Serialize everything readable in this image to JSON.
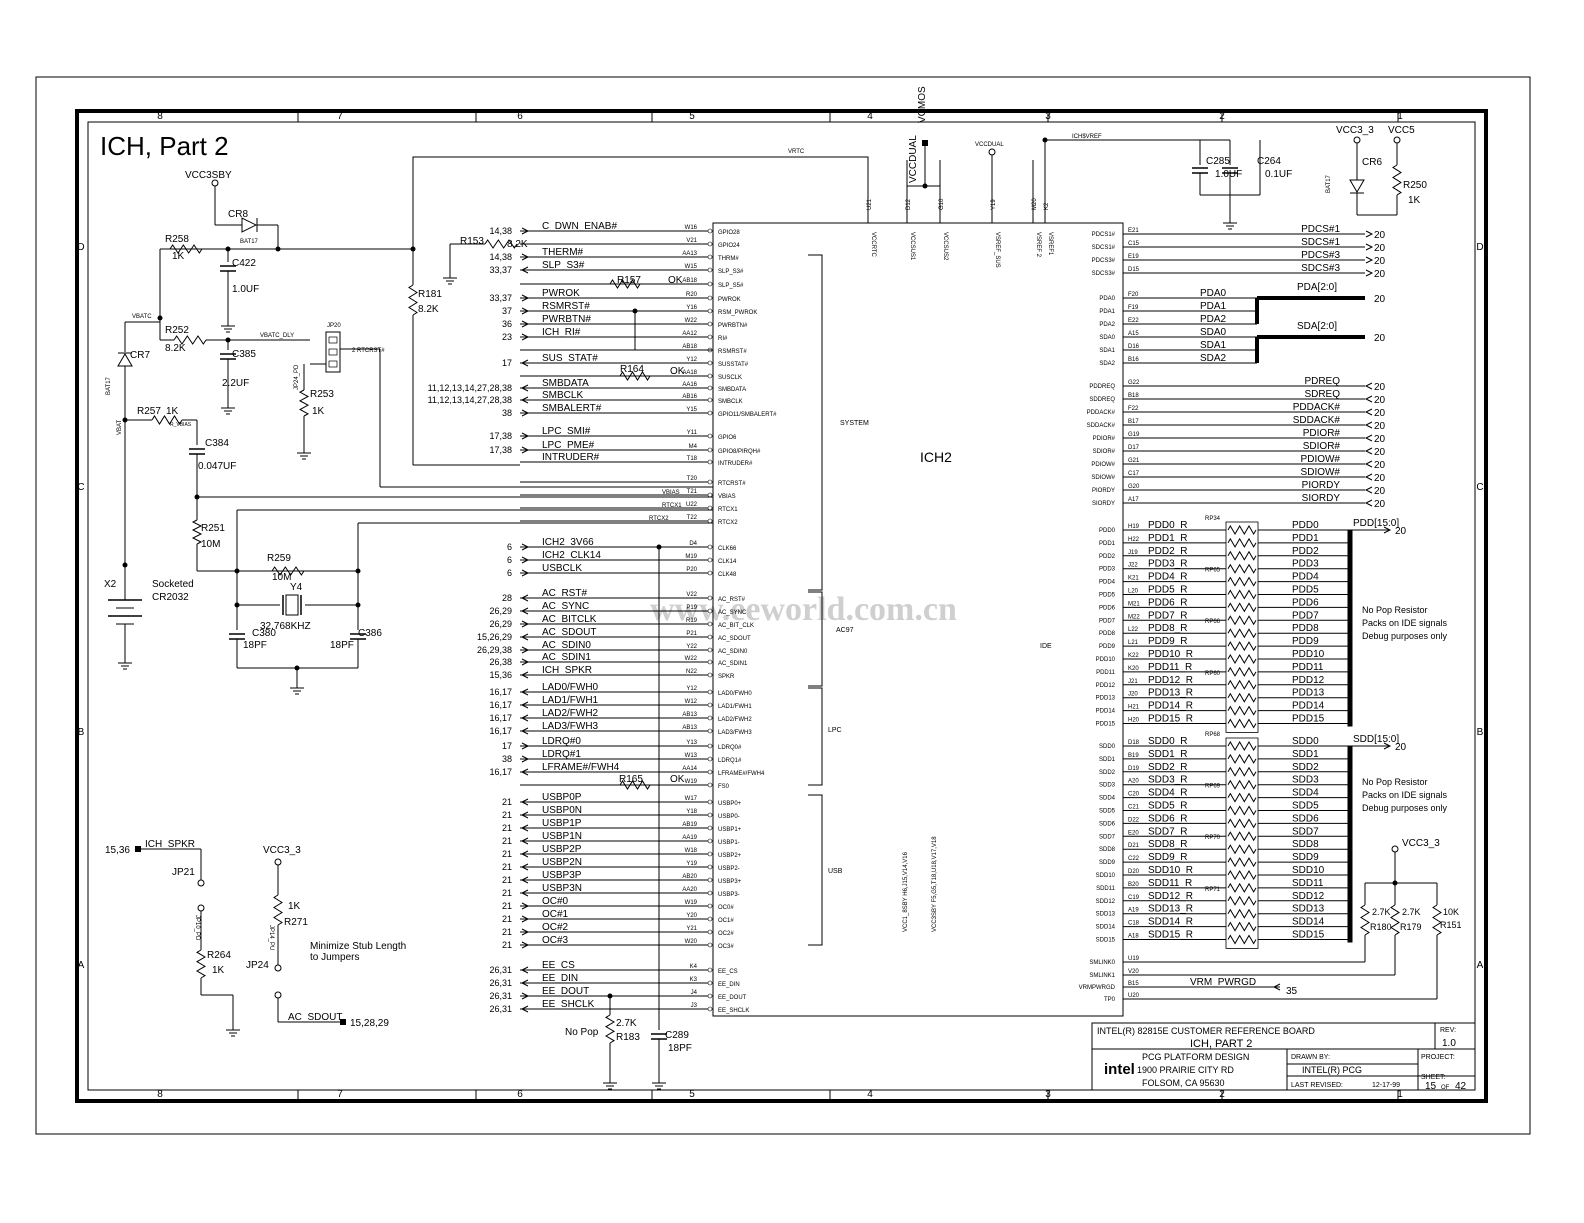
{
  "title": "ICH, Part 2",
  "watermark": "www.eeworld.com.cn",
  "zones_top": [
    "8",
    "7",
    "6",
    "5",
    "4",
    "3",
    "2",
    "1"
  ],
  "zones_side": [
    "D",
    "C",
    "B",
    "A"
  ],
  "chip": {
    "name": "ICH2",
    "sections": [
      "SYSTEM",
      "AC97",
      "LPC",
      "USB",
      "IDE"
    ]
  },
  "power": [
    "VCC3SBY",
    "VCC3_3",
    "VCC5",
    "VCCDUAL",
    "VCMOS",
    "14,38",
    "VRTC",
    "ICH$VREF"
  ],
  "left_parts": [
    {
      "ref": "R258",
      "val": "1K"
    },
    {
      "ref": "CR8",
      "val": "BAT17"
    },
    {
      "ref": "C422",
      "val": "1.0UF"
    },
    {
      "ref": "R252",
      "val": "8.2K"
    },
    {
      "ref": "C385",
      "val": "2.2UF"
    },
    {
      "ref": "CR7",
      "val": "BAT17"
    },
    {
      "ref": "R257",
      "val": "1K"
    },
    {
      "ref": "C384",
      "val": "0.047UF"
    },
    {
      "ref": "R251",
      "val": "10M"
    },
    {
      "ref": "R259",
      "val": "10M"
    },
    {
      "ref": "Y4",
      "val": "32.768KHZ"
    },
    {
      "ref": "C380",
      "val": "18PF"
    },
    {
      "ref": "C386",
      "val": "18PF"
    },
    {
      "ref": "R181",
      "val": "8.2K"
    },
    {
      "ref": "R253",
      "val": "1K"
    },
    {
      "ref": "R153",
      "val": "8.2K"
    },
    {
      "ref": "R157",
      "val": "OK"
    },
    {
      "ref": "R164",
      "val": "OK"
    },
    {
      "ref": "R165",
      "val": "OK"
    }
  ],
  "misc_labels": {
    "vbatc": "VBATC",
    "vbatc_dly": "VBATC_DLY",
    "rtcrst": "2 RTCRST#",
    "jp20": "JP20",
    "jp24pd": "JP24_PD",
    "x2": "X2",
    "socketed": "Socketed",
    "cr2032": "CR2032",
    "vbat": "VBAT",
    "rvbias": "R_VBIAS",
    "vbias": "VBIAS",
    "rtcx1": "RTCX1",
    "rtcx2": "RTCX2",
    "ichspkr_ref": "15,36",
    "ichspkr": "ICH_SPKR",
    "jp21": "JP21",
    "jp10": "JP10_PD",
    "r264": "R264",
    "r264v": "1K",
    "vcc33": "VCC3_3",
    "r271": "R271",
    "r271v": "1K",
    "jp14": "JP14_PU",
    "jp24": "JP24",
    "stub1": "Minimize Stub Length",
    "stub2": "to Jumpers",
    "acsdout": "AC_SDOUT",
    "acsdout_ref": "15,28,29",
    "nopop": "No Pop",
    "r183": "R183",
    "r183v": "2.7K",
    "c289": "C289",
    "c289v": "18PF",
    "c285": "C285",
    "c285v": "1.0UF",
    "c264": "C264",
    "c264v": "0.1UF",
    "cr6": "CR6",
    "bat17": "BAT17",
    "r250": "R250",
    "r250v": "1K",
    "ichvref": "ICH$VREF",
    "pda_bus": "PDA[2:0]",
    "sda_bus": "SDA[2:0]",
    "pdd_bus": "PDD[15:0]",
    "sdd_bus": "SDD[15:0]",
    "bus_ref": "20",
    "nopop1": "No Pop Resistor",
    "nopop2": "Packs on IDE signals",
    "nopop3": "Debug purposes only",
    "r180": "R180",
    "r180v": "2.7K",
    "r179": "R179",
    "r179v": "2.7K",
    "r151": "R151",
    "r151v": "10K",
    "vrm": "VRM_PWRGD",
    "vrm_ref": "35",
    "rp34": "RP34",
    "rp65": "RP65",
    "rp66": "RP66",
    "rp60": "RP60",
    "rp68": "RP68",
    "rp69": "RP69",
    "rp70": "RP70",
    "rp71": "RP71"
  },
  "top_pins": [
    "VCCRTC",
    "VCCSUS1",
    "VCCSUS2",
    "VSREF_SUS",
    "VSREF 2",
    "VSREF1"
  ],
  "top_pin_ids": [
    "U21",
    "D12",
    "G10",
    "Y19",
    "M20",
    "K2"
  ],
  "power_pins": [
    "VCC1_8SBY H6,J15,V14,V16",
    "VCC3SBY F5,G5,T18,U18,V17,V18"
  ],
  "left_pins": [
    {
      "ref": "14,38",
      "sig": "C_DWN_ENAB#",
      "id": "W16",
      "pin": "GPIO28",
      "dir": "in"
    },
    {
      "ref": "",
      "sig": "",
      "id": "V21",
      "pin": "GPIO24",
      "dir": "none"
    },
    {
      "ref": "14,38",
      "sig": "THERM#",
      "id": "AA13",
      "pin": "THRM#",
      "dir": "in"
    },
    {
      "ref": "33,37",
      "sig": "SLP_S3#",
      "id": "W15",
      "pin": "SLP_S3#",
      "dir": "out"
    },
    {
      "ref": "",
      "sig": "",
      "id": "AB18",
      "pin": "SLP_S5#",
      "dir": "none"
    },
    {
      "ref": "33,37",
      "sig": "PWROK",
      "id": "R20",
      "pin": "PWROK",
      "dir": "in"
    },
    {
      "ref": "37",
      "sig": "RSMRST#",
      "id": "Y16",
      "pin": "RSM_PWROK",
      "dir": "in"
    },
    {
      "ref": "36",
      "sig": "PWRBTN#",
      "id": "W22",
      "pin": "PWRBTN#",
      "dir": "in"
    },
    {
      "ref": "23",
      "sig": "ICH_RI#",
      "id": "AA12",
      "pin": "RI#",
      "dir": "in"
    },
    {
      "ref": "",
      "sig": "",
      "id": "AB18",
      "pin": "RSMRST#",
      "dir": "none"
    },
    {
      "ref": "17",
      "sig": "SUS_STAT#",
      "id": "Y12",
      "pin": "SUSSTAT#",
      "dir": "out"
    },
    {
      "ref": "",
      "sig": "",
      "id": "AA18",
      "pin": "SUSCLK",
      "dir": "none"
    },
    {
      "ref": "11,12,13,14,27,28,38",
      "sig": "SMBDATA",
      "id": "AA16",
      "pin": "SMBDATA",
      "dir": "bi"
    },
    {
      "ref": "11,12,13,14,27,28,38",
      "sig": "SMBCLK",
      "id": "AB16",
      "pin": "SMBCLK",
      "dir": "bi"
    },
    {
      "ref": "38",
      "sig": "SMBALERT#",
      "id": "Y15",
      "pin": "GPIO11/SMBALERT#",
      "dir": "in"
    },
    {
      "ref": "17,38",
      "sig": "LPC_SMI#",
      "id": "Y11",
      "pin": "GPIO6",
      "dir": "in"
    },
    {
      "ref": "17,38",
      "sig": "LPC_PME#",
      "id": "M4",
      "pin": "GPIO8/PIRQH#",
      "dir": "in"
    },
    {
      "ref": "",
      "sig": "INTRUDER#",
      "id": "T18",
      "pin": "INTRUDER#",
      "dir": "none"
    },
    {
      "ref": "",
      "sig": "",
      "id": "T20",
      "pin": "RTCRST#",
      "dir": "none"
    },
    {
      "ref": "",
      "sig": "",
      "id": "T21",
      "pin": "VBIAS",
      "dir": "none"
    },
    {
      "ref": "",
      "sig": "",
      "id": "U22",
      "pin": "RTCX1",
      "dir": "none"
    },
    {
      "ref": "",
      "sig": "",
      "id": "T22",
      "pin": "RTCX2",
      "dir": "none"
    },
    {
      "ref": "6",
      "sig": "ICH2_3V66",
      "id": "D4",
      "pin": "CLK66",
      "dir": "in"
    },
    {
      "ref": "6",
      "sig": "ICH2_CLK14",
      "id": "M19",
      "pin": "CLK14",
      "dir": "in"
    },
    {
      "ref": "6",
      "sig": "USBCLK",
      "id": "P20",
      "pin": "CLK48",
      "dir": "in"
    },
    {
      "ref": "28",
      "sig": "AC_RST#",
      "id": "V22",
      "pin": "AC_RST#",
      "dir": "out"
    },
    {
      "ref": "26,29",
      "sig": "AC_SYNC",
      "id": "P19",
      "pin": "AC_SYNC",
      "dir": "out"
    },
    {
      "ref": "26,29",
      "sig": "AC_BITCLK",
      "id": "R19",
      "pin": "AC_BIT_CLK",
      "dir": "in"
    },
    {
      "ref": "15,26,29",
      "sig": "AC_SDOUT",
      "id": "P21",
      "pin": "AC_SDOUT",
      "dir": "out"
    },
    {
      "ref": "26,29,38",
      "sig": "AC_SDIN0",
      "id": "Y22",
      "pin": "AC_SDIN0",
      "dir": "in"
    },
    {
      "ref": "26,38",
      "sig": "AC_SDIN1",
      "id": "W22",
      "pin": "AC_SDIN1",
      "dir": "in"
    },
    {
      "ref": "15,36",
      "sig": "ICH_SPKR",
      "id": "N22",
      "pin": "SPKR",
      "dir": "out"
    },
    {
      "ref": "16,17",
      "sig": "LAD0/FWH0",
      "id": "Y12",
      "pin": "LAD0/FWH0",
      "dir": "bi"
    },
    {
      "ref": "16,17",
      "sig": "LAD1/FWH1",
      "id": "W12",
      "pin": "LAD1/FWH1",
      "dir": "bi"
    },
    {
      "ref": "16,17",
      "sig": "LAD2/FWH2",
      "id": "AB13",
      "pin": "LAD2/FWH2",
      "dir": "bi"
    },
    {
      "ref": "16,17",
      "sig": "LAD3/FWH3",
      "id": "AB13",
      "pin": "LAD3/FWH3",
      "dir": "bi"
    },
    {
      "ref": "17",
      "sig": "LDRQ#0",
      "id": "Y13",
      "pin": "LDRQ0#",
      "dir": "in"
    },
    {
      "ref": "38",
      "sig": "LDRQ#1",
      "id": "W13",
      "pin": "LDRQ1#",
      "dir": "in"
    },
    {
      "ref": "16,17",
      "sig": "LFRAME#/FWH4",
      "id": "AA14",
      "pin": "LFRAME#/FWH4",
      "dir": "out"
    },
    {
      "ref": "",
      "sig": "",
      "id": "W19",
      "pin": "FS0",
      "dir": "none"
    },
    {
      "ref": "21",
      "sig": "USBP0P",
      "id": "W17",
      "pin": "USBP0+",
      "dir": "bi"
    },
    {
      "ref": "21",
      "sig": "USBP0N",
      "id": "Y18",
      "pin": "USBP0-",
      "dir": "bi"
    },
    {
      "ref": "21",
      "sig": "USBP1P",
      "id": "AB19",
      "pin": "USBP1+",
      "dir": "bi"
    },
    {
      "ref": "21",
      "sig": "USBP1N",
      "id": "AA19",
      "pin": "USBP1-",
      "dir": "bi"
    },
    {
      "ref": "21",
      "sig": "USBP2P",
      "id": "W18",
      "pin": "USBP2+",
      "dir": "bi"
    },
    {
      "ref": "21",
      "sig": "USBP2N",
      "id": "Y19",
      "pin": "USBP2-",
      "dir": "bi"
    },
    {
      "ref": "21",
      "sig": "USBP3P",
      "id": "AB20",
      "pin": "USBP3+",
      "dir": "bi"
    },
    {
      "ref": "21",
      "sig": "USBP3N",
      "id": "AA20",
      "pin": "USBP3-",
      "dir": "bi"
    },
    {
      "ref": "21",
      "sig": "OC#0",
      "id": "W19",
      "pin": "OC0#",
      "dir": "in"
    },
    {
      "ref": "21",
      "sig": "OC#1",
      "id": "Y20",
      "pin": "OC1#",
      "dir": "in"
    },
    {
      "ref": "21",
      "sig": "OC#2",
      "id": "Y21",
      "pin": "OC2#",
      "dir": "in"
    },
    {
      "ref": "21",
      "sig": "OC#3",
      "id": "W20",
      "pin": "OC3#",
      "dir": "in"
    },
    {
      "ref": "26,31",
      "sig": "EE_CS",
      "id": "K4",
      "pin": "EE_CS",
      "dir": "out"
    },
    {
      "ref": "26,31",
      "sig": "EE_DIN",
      "id": "K3",
      "pin": "EE_DIN",
      "dir": "out"
    },
    {
      "ref": "26,31",
      "sig": "EE_DOUT",
      "id": "J4",
      "pin": "EE_DOUT",
      "dir": "in"
    },
    {
      "ref": "26,31",
      "sig": "EE_SHCLK",
      "id": "J3",
      "pin": "EE_SHCLK",
      "dir": "out"
    }
  ],
  "right_top": [
    {
      "pin": "PDCS1#",
      "id": "E21",
      "sig": "PDCS#1"
    },
    {
      "pin": "SDCS1#",
      "id": "C15",
      "sig": "SDCS#1"
    },
    {
      "pin": "PDCS3#",
      "id": "E19",
      "sig": "PDCS#3"
    },
    {
      "pin": "SDCS3#",
      "id": "D15",
      "sig": "SDCS#3"
    }
  ],
  "right_pda": [
    {
      "pin": "PDA0",
      "id": "F20",
      "sig": "PDA0"
    },
    {
      "pin": "PDA1",
      "id": "F19",
      "sig": "PDA1"
    },
    {
      "pin": "PDA2",
      "id": "E22",
      "sig": "PDA2"
    },
    {
      "pin": "SDA0",
      "id": "A15",
      "sig": "SDA0"
    },
    {
      "pin": "SDA1",
      "id": "D16",
      "sig": "SDA1"
    },
    {
      "pin": "SDA2",
      "id": "B16",
      "sig": "SDA2"
    }
  ],
  "right_ctl": [
    {
      "pin": "PDDREQ",
      "id": "G22",
      "sig": "PDREQ"
    },
    {
      "pin": "SDDREQ",
      "id": "B18",
      "sig": "SDREQ"
    },
    {
      "pin": "PDDACK#",
      "id": "F22",
      "sig": "PDDACK#"
    },
    {
      "pin": "SDDACK#",
      "id": "B17",
      "sig": "SDDACK#"
    },
    {
      "pin": "PDIOR#",
      "id": "G19",
      "sig": "PDIOR#"
    },
    {
      "pin": "SDIOR#",
      "id": "D17",
      "sig": "SDIOR#"
    },
    {
      "pin": "PDIOW#",
      "id": "G21",
      "sig": "PDIOW#"
    },
    {
      "pin": "SDIOW#",
      "id": "C17",
      "sig": "SDIOW#"
    },
    {
      "pin": "PIORDY",
      "id": "G20",
      "sig": "PIORDY"
    },
    {
      "pin": "SIORDY",
      "id": "A17",
      "sig": "SIORDY"
    }
  ],
  "right_pdd": [
    {
      "pin": "PDD0",
      "id": "H19",
      "r": "PDD0_R",
      "sig": "PDD0"
    },
    {
      "pin": "PDD1",
      "id": "H22",
      "r": "PDD1_R",
      "sig": "PDD1"
    },
    {
      "pin": "PDD2",
      "id": "J19",
      "r": "PDD2_R",
      "sig": "PDD2"
    },
    {
      "pin": "PDD3",
      "id": "J22",
      "r": "PDD3_R",
      "sig": "PDD3"
    },
    {
      "pin": "PDD4",
      "id": "K21",
      "r": "PDD4_R",
      "sig": "PDD4"
    },
    {
      "pin": "PDD5",
      "id": "L20",
      "r": "PDD5_R",
      "sig": "PDD5"
    },
    {
      "pin": "PDD6",
      "id": "M21",
      "r": "PDD6_R",
      "sig": "PDD6"
    },
    {
      "pin": "PDD7",
      "id": "M22",
      "r": "PDD7_R",
      "sig": "PDD7"
    },
    {
      "pin": "PDD8",
      "id": "L22",
      "r": "PDD8_R",
      "sig": "PDD8"
    },
    {
      "pin": "PDD9",
      "id": "L21",
      "r": "PDD9_R",
      "sig": "PDD9"
    },
    {
      "pin": "PDD10",
      "id": "K22",
      "r": "PDD10_R",
      "sig": "PDD10"
    },
    {
      "pin": "PDD11",
      "id": "K20",
      "r": "PDD11_R",
      "sig": "PDD11"
    },
    {
      "pin": "PDD12",
      "id": "J21",
      "r": "PDD12_R",
      "sig": "PDD12"
    },
    {
      "pin": "PDD13",
      "id": "J20",
      "r": "PDD13_R",
      "sig": "PDD13"
    },
    {
      "pin": "PDD14",
      "id": "H21",
      "r": "PDD14_R",
      "sig": "PDD14"
    },
    {
      "pin": "PDD15",
      "id": "H20",
      "r": "PDD15_R",
      "sig": "PDD15"
    }
  ],
  "right_sdd": [
    {
      "pin": "SDD0",
      "id": "D18",
      "r": "SDD0_R",
      "sig": "SDD0"
    },
    {
      "pin": "SDD1",
      "id": "B19",
      "r": "SDD1_R",
      "sig": "SDD1"
    },
    {
      "pin": "SDD2",
      "id": "D19",
      "r": "SDD2_R",
      "sig": "SDD2"
    },
    {
      "pin": "SDD3",
      "id": "A20",
      "r": "SDD3_R",
      "sig": "SDD3"
    },
    {
      "pin": "SDD4",
      "id": "C20",
      "r": "SDD4_R",
      "sig": "SDD4"
    },
    {
      "pin": "SDD5",
      "id": "C21",
      "r": "SDD5_R",
      "sig": "SDD5"
    },
    {
      "pin": "SDD6",
      "id": "D22",
      "r": "SDD6_R",
      "sig": "SDD6"
    },
    {
      "pin": "SDD7",
      "id": "E20",
      "r": "SDD7_R",
      "sig": "SDD7"
    },
    {
      "pin": "SDD8",
      "id": "D21",
      "r": "SDD8_R",
      "sig": "SDD8"
    },
    {
      "pin": "SDD9",
      "id": "C22",
      "r": "SDD9_R",
      "sig": "SDD9"
    },
    {
      "pin": "SDD10",
      "id": "D20",
      "r": "SDD10_R",
      "sig": "SDD10"
    },
    {
      "pin": "SDD11",
      "id": "B20",
      "r": "SDD11_R",
      "sig": "SDD11"
    },
    {
      "pin": "SDD12",
      "id": "C19",
      "r": "SDD12_R",
      "sig": "SDD12"
    },
    {
      "pin": "SDD13",
      "id": "A19",
      "r": "SDD13_R",
      "sig": "SDD13"
    },
    {
      "pin": "SDD14",
      "id": "C18",
      "r": "SDD14_R",
      "sig": "SDD14"
    },
    {
      "pin": "SDD15",
      "id": "A18",
      "r": "SDD15_R",
      "sig": "SDD15"
    }
  ],
  "right_bottom": [
    {
      "pin": "SMLINK0",
      "id": "U19"
    },
    {
      "pin": "SMLINK1",
      "id": "V20"
    },
    {
      "pin": "VRMPWRGD",
      "id": "B15"
    },
    {
      "pin": "TP0",
      "id": "U20"
    }
  ],
  "titleblock": {
    "company": "INTEL(R) 82815E CUSTOMER REFERENCE BOARD",
    "rev_label": "REV:",
    "rev": "1.0",
    "sheet_title": "ICH, PART 2",
    "logo": "intel",
    "addr1": "PCG PLATFORM DESIGN",
    "addr2": "1900 PRAIRIE CITY RD",
    "addr3": "FOLSOM, CA 95630",
    "drawn_label": "DRAWN BY:",
    "drawn": "INTEL(R) PCG",
    "project_label": "PROJECT:",
    "revised_label": "LAST REVISED:",
    "revised": "12-17-99",
    "sheet_label": "SHEET:",
    "sheet": "15",
    "of": "OF",
    "total": "42"
  }
}
